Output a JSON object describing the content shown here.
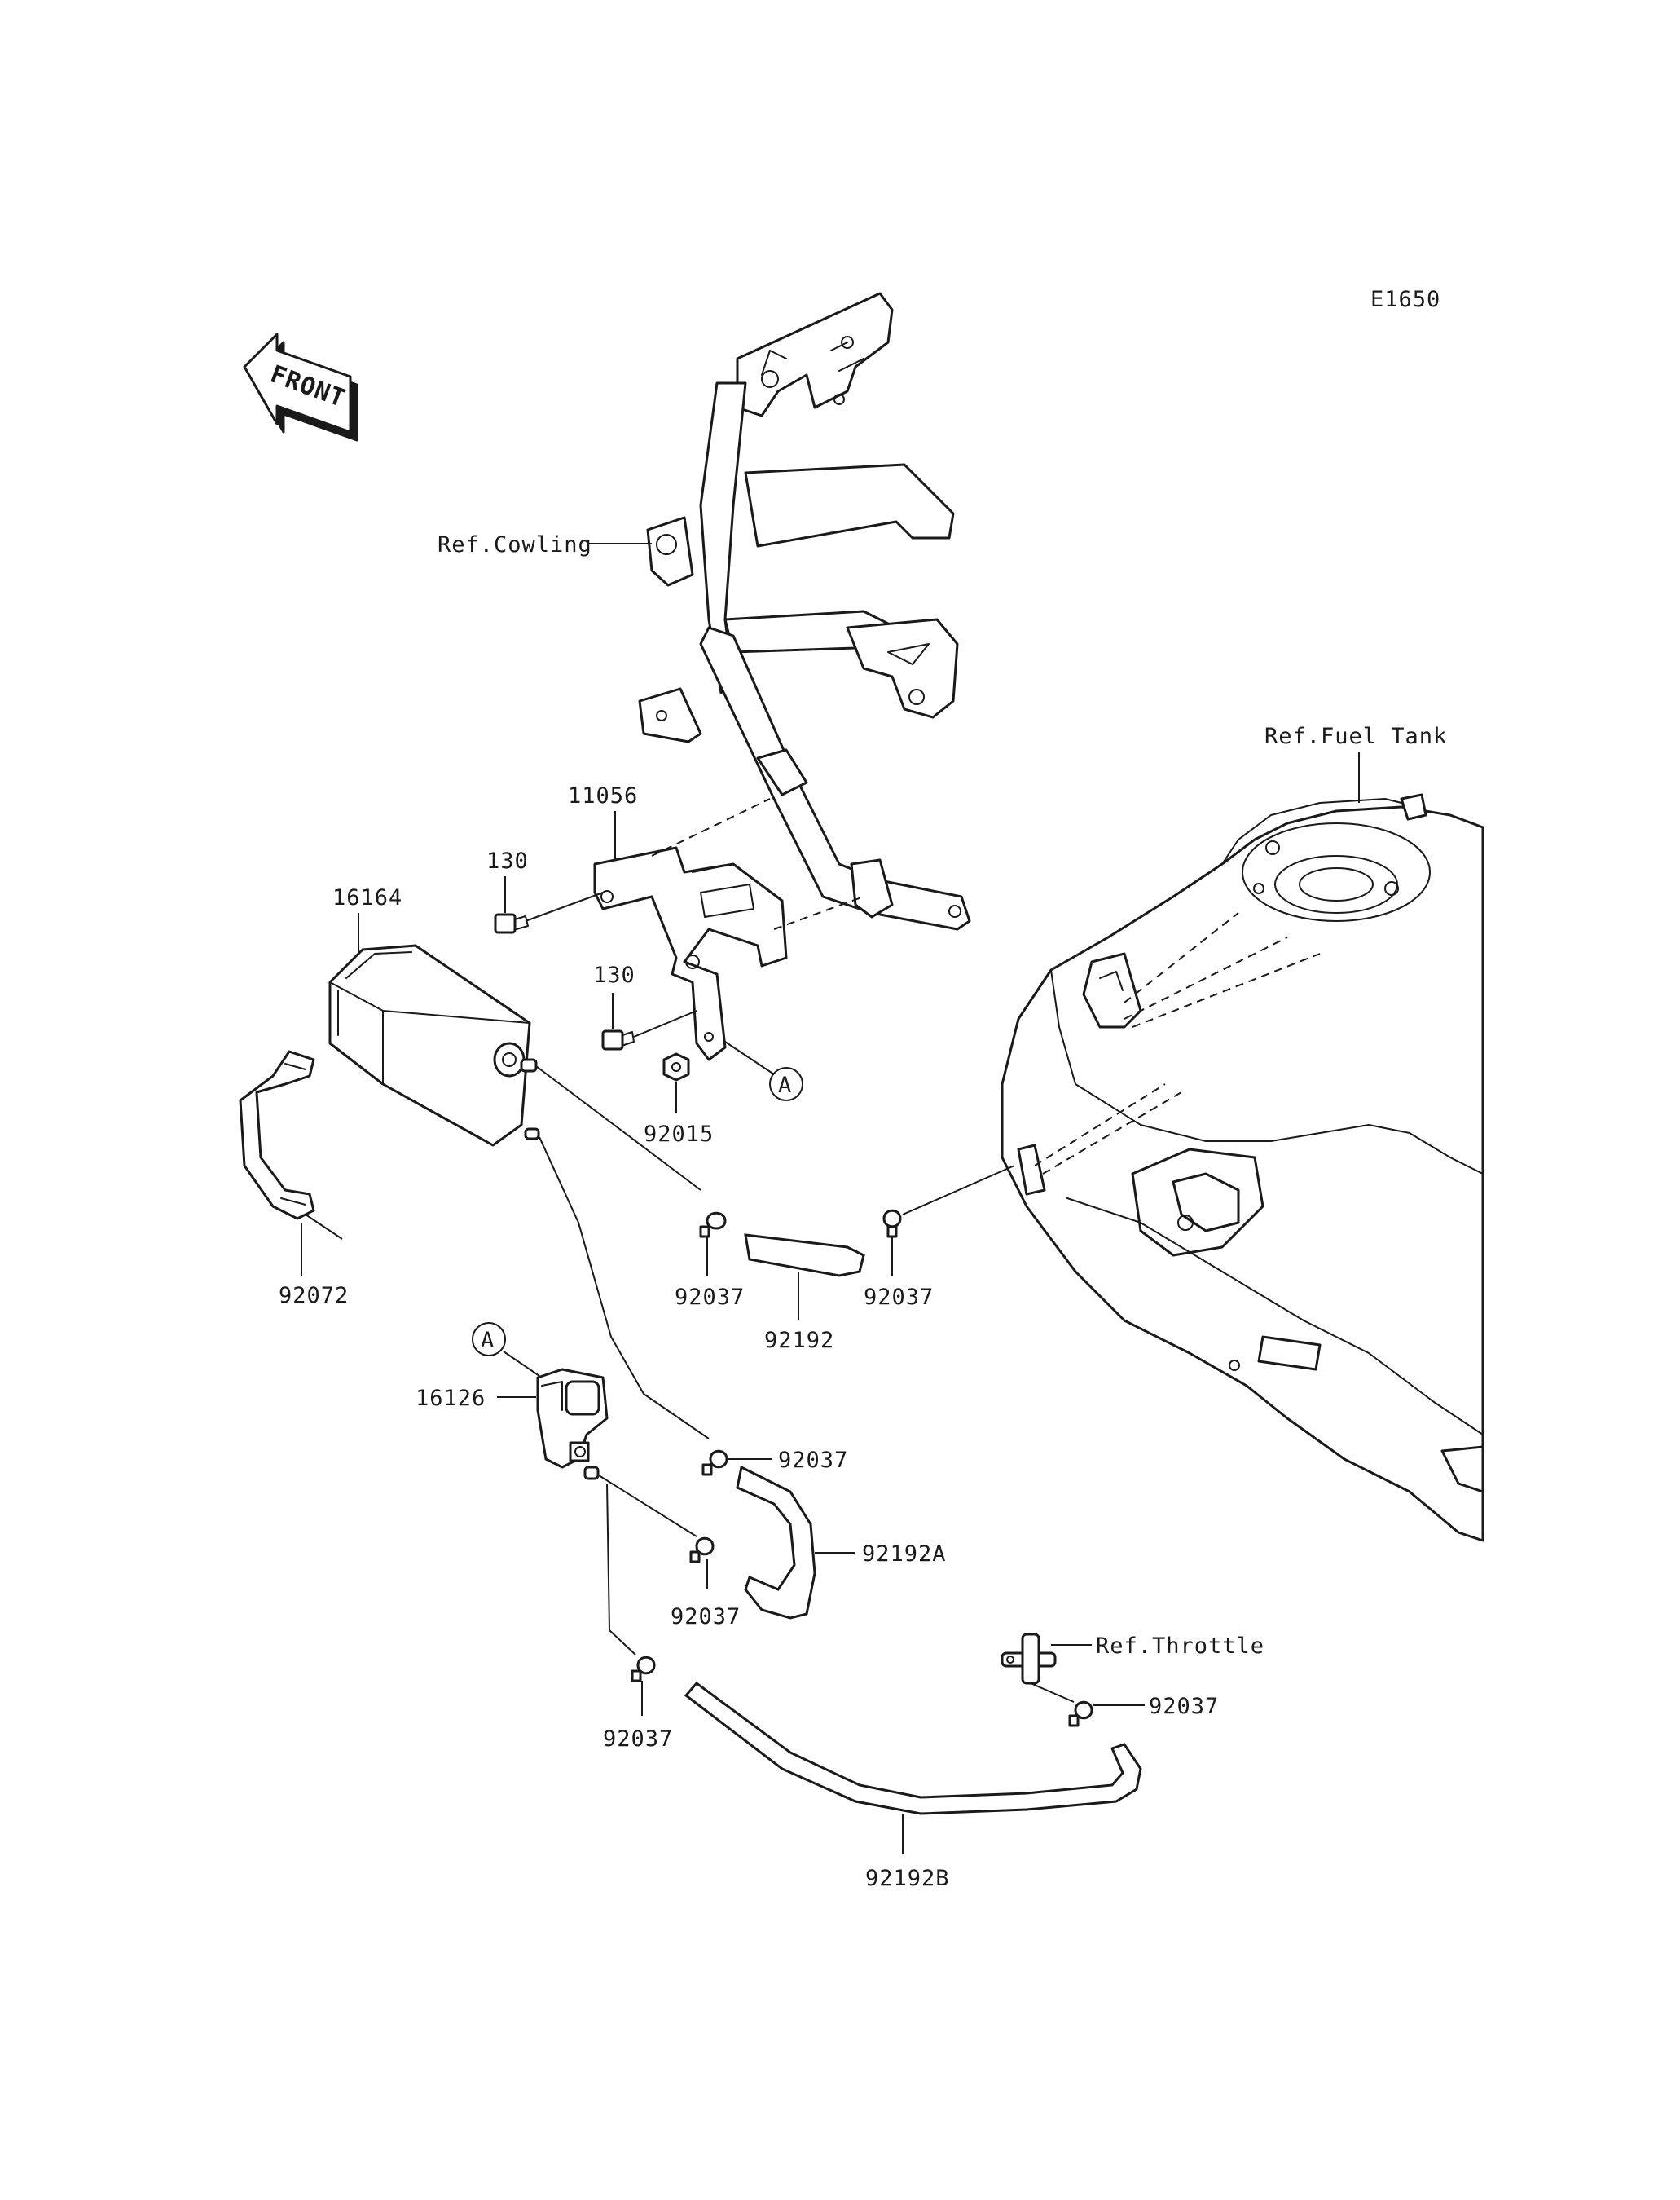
{
  "diagram_code": "E1650",
  "front_badge": "FRONT",
  "refs": {
    "cowling": "Ref.Cowling",
    "fuel_tank": "Ref.Fuel Tank",
    "throttle": "Ref.Throttle"
  },
  "callout_a": "A",
  "parts": {
    "bracket": "11056",
    "bolt_upper": "130",
    "bolt_lower": "130",
    "canister": "16164",
    "nut": "92015",
    "band": "92072",
    "clamp_1": "92037",
    "hose_a": "92192",
    "clamp_2": "92037",
    "valve": "16126",
    "clamp_3": "92037",
    "hose_b": "92192A",
    "clamp_4": "92037",
    "clamp_5": "92037",
    "clamp_6": "92037",
    "hose_c": "92192B"
  }
}
